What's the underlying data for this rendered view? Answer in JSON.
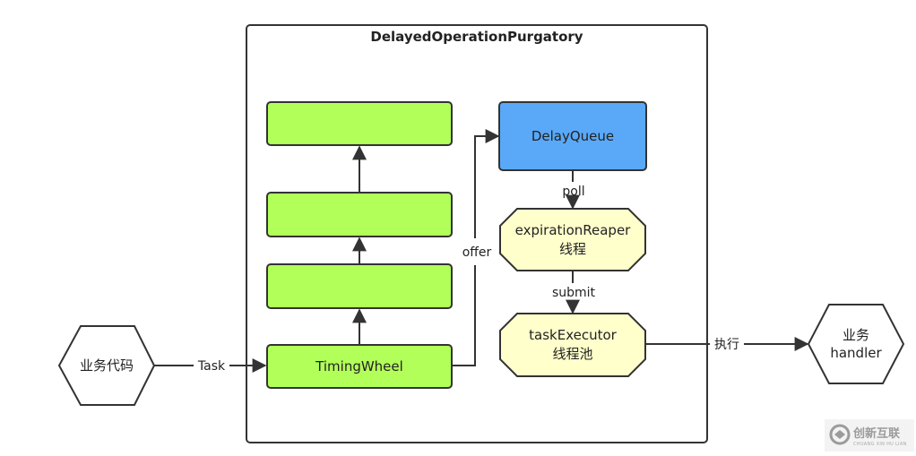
{
  "container": {
    "title": "DelayedOperationPurgatory"
  },
  "nodes": {
    "biz_code": {
      "label": "业务代码"
    },
    "level3": {
      "label": ""
    },
    "level2": {
      "label": ""
    },
    "level1": {
      "label": ""
    },
    "timing_wheel": {
      "label": "TimingWheel"
    },
    "delay_queue": {
      "label": "DelayQueue"
    },
    "reaper": {
      "line1": "expirationReaper",
      "line2": "线程"
    },
    "executor": {
      "line1": "taskExecutor",
      "line2": "线程池"
    },
    "handler": {
      "line1": "业务",
      "line2": "handler"
    }
  },
  "edges": {
    "task": "Task",
    "offer": "offer",
    "poll": "poll",
    "submit": "submit",
    "execute": "执行"
  },
  "colors": {
    "green_fill": "#b2ff59",
    "blue_fill": "#5aa9f8",
    "yellow_fill": "#ffffcc",
    "stroke": "#333333"
  },
  "watermark": {
    "text": "创新互联",
    "sub": "CHUANG XIN HU LIAN"
  }
}
